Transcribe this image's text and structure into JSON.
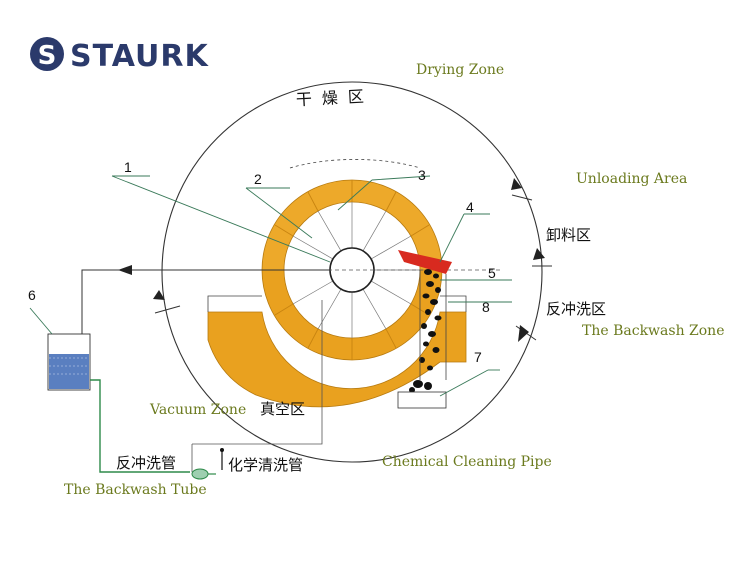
{
  "brand": {
    "name": "STAURK",
    "logo_letter": "S",
    "color": "#2b3a6b"
  },
  "labels": {
    "drying_zone_en": "Drying Zone",
    "drying_zone_cn": "干燥区",
    "unloading_area_en": "Unloading Area",
    "unloading_area_cn": "卸料区",
    "backwash_zone_cn": "反冲洗区",
    "backwash_zone_en": "The Backwash Zone",
    "vacuum_zone_en": "Vacuum Zone",
    "vacuum_zone_cn": "真空区",
    "backwash_tube_cn": "反冲洗管",
    "backwash_tube_en": "The Backwash Tube",
    "chemical_pipe_cn": "化学清洗管",
    "chemical_pipe_en": "Chemical Cleaning Pipe"
  },
  "callouts": [
    "1",
    "2",
    "3",
    "4",
    "5",
    "6",
    "7",
    "8"
  ],
  "colors": {
    "slurry": "#e9a11f",
    "ring": "#eda92a",
    "scraper": "#d82a1f",
    "tank_water": "#5a7fc0",
    "english_text": "#6b7a1e"
  }
}
